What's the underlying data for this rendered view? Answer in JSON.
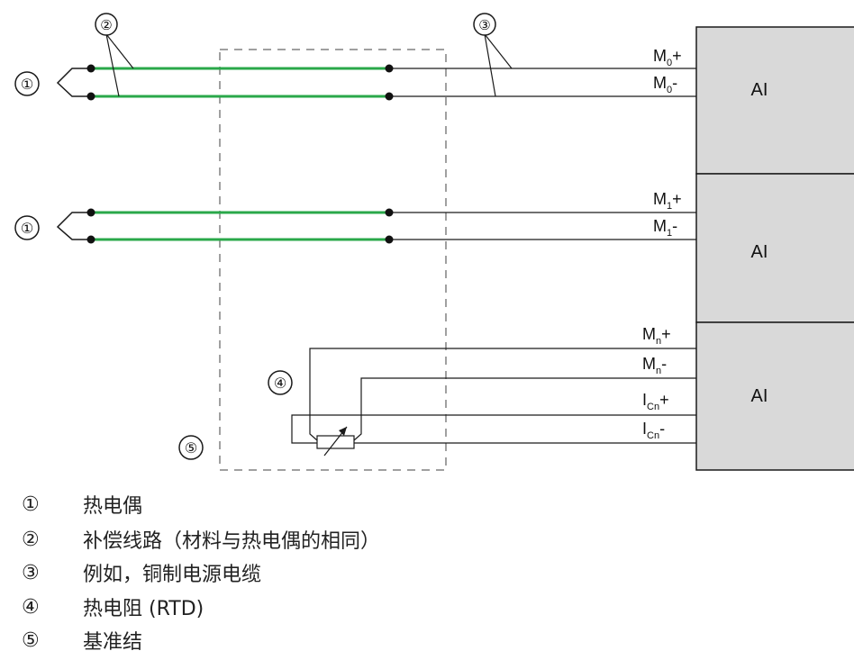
{
  "callouts": {
    "c1": "①",
    "c2": "②",
    "c3": "③",
    "c4": "④",
    "c5": "⑤"
  },
  "module_labels": [
    "AI",
    "AI",
    "AI"
  ],
  "terminals": {
    "m0_plus": {
      "base": "M",
      "sub": "0",
      "sign": "+"
    },
    "m0_minus": {
      "base": "M",
      "sub": "0",
      "sign": "-"
    },
    "m1_plus": {
      "base": "M",
      "sub": "1",
      "sign": "+"
    },
    "m1_minus": {
      "base": "M",
      "sub": "1",
      "sign": "-"
    },
    "mn_plus": {
      "base": "M",
      "sub": "n",
      "sign": "+"
    },
    "mn_minus": {
      "base": "M",
      "sub": "n",
      "sign": "-"
    },
    "icn_plus": {
      "base": "I",
      "sub": "Cn",
      "sign": "+"
    },
    "icn_minus": {
      "base": "I",
      "sub": "Cn",
      "sign": "-"
    }
  },
  "legend": [
    {
      "num": "①",
      "text": "热电偶"
    },
    {
      "num": "②",
      "text": "补偿线路（材料与热电偶的相同）"
    },
    {
      "num": "③",
      "text": "例如，铜制电源电缆"
    },
    {
      "num": "④",
      "text": "热电阻 (RTD)"
    },
    {
      "num": "⑤",
      "text": "基准结"
    }
  ],
  "colors": {
    "compensation_wire": "#2aa84a",
    "module_fill": "#d9d9d9",
    "line": "#1a1a1a"
  }
}
